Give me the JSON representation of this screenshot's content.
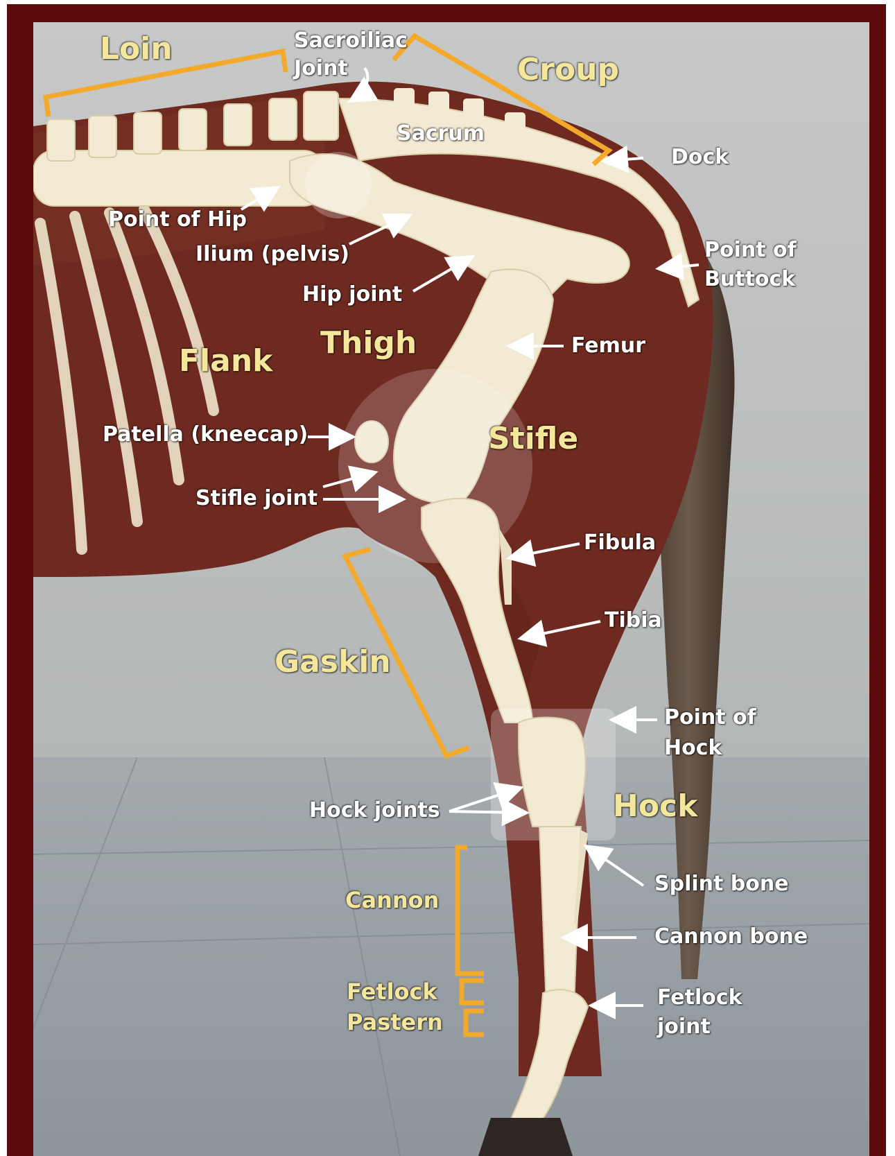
{
  "colors": {
    "frame": "#5c0a0c",
    "wall": "#b9bcbb",
    "floor": "#9aa1a6",
    "coat": "#6e2a20",
    "bone": "#f2ead2",
    "bracket": "#f3a92c",
    "region_text": "#f4e69a",
    "label_text": "#ffffff"
  },
  "regions": {
    "loin": "Loin",
    "croup": "Croup",
    "flank": "Flank",
    "thigh": "Thigh",
    "stifle": "Stifle",
    "gaskin": "Gaskin",
    "hock": "Hock",
    "cannon": "Cannon",
    "fetlock": "Fetlock",
    "pastern": "Pastern"
  },
  "labels": {
    "sacroiliac_line1": "Sacroiliac",
    "sacroiliac_line2": "Joint",
    "sacrum": "Sacrum",
    "dock": "Dock",
    "point_of_hip": "Point of Hip",
    "ilium": "Ilium (pelvis)",
    "hip_joint": "Hip joint",
    "point_of_buttock_line1": "Point of",
    "point_of_buttock_line2": "Buttock",
    "femur": "Femur",
    "patella": "Patella (kneecap)",
    "stifle_joint": "Stifle joint",
    "fibula": "Fibula",
    "tibia": "Tibia",
    "point_of_hock_line1": "Point of",
    "point_of_hock_line2": "Hock",
    "hock_joints": "Hock joints",
    "splint_bone": "Splint bone",
    "cannon_bone": "Cannon bone",
    "fetlock_joint_line1": "Fetlock",
    "fetlock_joint_line2": "joint"
  }
}
